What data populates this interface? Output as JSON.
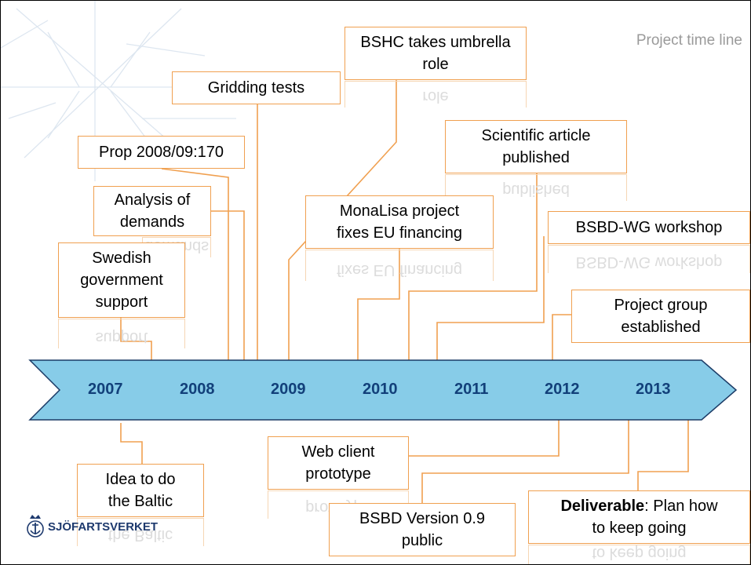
{
  "title": "Project time line",
  "timeline": {
    "years": [
      "2007",
      "2008",
      "2009",
      "2010",
      "2011",
      "2012",
      "2013"
    ],
    "arrow_color": "#87cce8",
    "year_color": "#12407a",
    "connector_color": "#f0a050"
  },
  "milestones_above": [
    {
      "lines": [
        "Prop 2008/09:170"
      ]
    },
    {
      "lines": [
        "Analysis of",
        "demands"
      ]
    },
    {
      "lines": [
        "Swedish",
        "government",
        "support"
      ]
    },
    {
      "lines": [
        "Gridding tests"
      ]
    },
    {
      "lines": [
        "BSHC takes umbrella",
        "role"
      ]
    },
    {
      "lines": [
        "MonaLisa project",
        "fixes EU financing"
      ]
    },
    {
      "lines": [
        "Scientific article",
        "published"
      ]
    },
    {
      "lines": [
        "BSBD-WG workshop"
      ]
    },
    {
      "lines": [
        "Project group",
        "established"
      ]
    }
  ],
  "milestones_below": [
    {
      "lines": [
        "Idea to do",
        "the Baltic"
      ]
    },
    {
      "lines": [
        "Web client",
        "prototype"
      ]
    },
    {
      "lines": [
        "BSBD Version 0.9",
        "public"
      ]
    },
    {
      "bold": "Deliverable",
      "rest": ": Plan how",
      "line2": "to keep going"
    }
  ],
  "logo": {
    "text": "SJÖFARTSVERKET",
    "icon": "crown-anchor-icon"
  }
}
